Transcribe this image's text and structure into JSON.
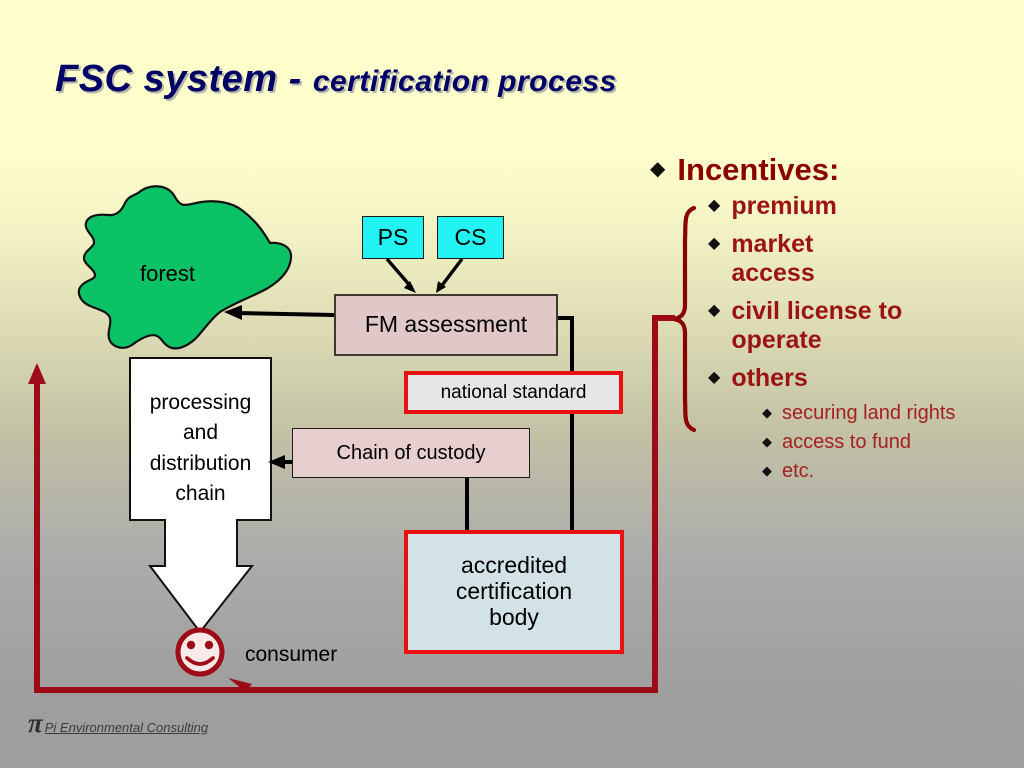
{
  "slide": {
    "title": {
      "main": "FSC system - ",
      "sub": "certification process"
    },
    "title_color": "#000066",
    "background": {
      "top": "#ffffcc",
      "bottom": "#9e9e9e"
    }
  },
  "diagram": {
    "forest": {
      "label": "forest",
      "fill": "#0cc267"
    },
    "ps": {
      "label": "PS",
      "fill": "#22f2f2"
    },
    "cs": {
      "label": "CS",
      "fill": "#22f2f2"
    },
    "fm_assessment": {
      "label": "FM assessment",
      "fill": "#e0c8c8"
    },
    "national_standard": {
      "label": "national standard",
      "fill": "#e6e6e8",
      "border": "#e81010"
    },
    "chain_of_custody": {
      "label": "Chain of custody",
      "fill": "#e8cfcf"
    },
    "accredited_body": {
      "line1": "accredited",
      "line2": "certification",
      "line3": "body",
      "fill": "#d3e2e6",
      "border": "#e81010"
    },
    "processing_chain": {
      "line1": "processing",
      "line2": "and",
      "line3": "distribution",
      "line4": "chain",
      "fill": "#ffffff"
    },
    "consumer": {
      "label": "consumer",
      "face": "smiley-icon",
      "color": "#9e0b18"
    },
    "feedback_loop_color": "#9e0b18"
  },
  "incentives": {
    "heading": "Incentives:",
    "bullet_glyph": "◆",
    "items": [
      {
        "label": "premium",
        "level": 2
      },
      {
        "label": "market access",
        "level": 2
      },
      {
        "label": "civil license to operate",
        "level": 2
      },
      {
        "label": "others",
        "level": 2
      }
    ],
    "subitems": [
      {
        "label": "securing land rights",
        "level": 3
      },
      {
        "label": "access to fund",
        "level": 3
      },
      {
        "label": "etc.",
        "level": 3
      }
    ],
    "text_color": "#8b0000",
    "brace_color": "#8b0000"
  },
  "footer": {
    "pi": "π",
    "name": "Pi Environmental Consulting"
  }
}
